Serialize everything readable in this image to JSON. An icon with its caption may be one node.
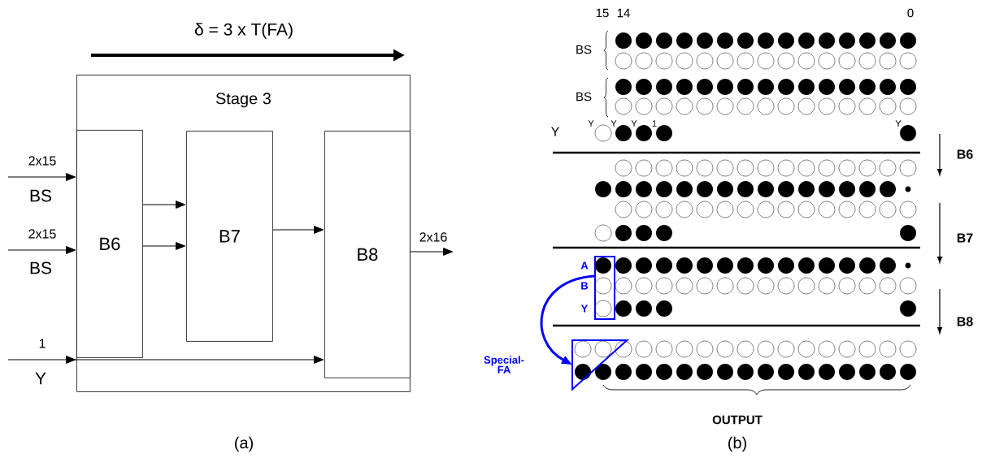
{
  "diagram": {
    "nodes": [
      {
        "text": [
          "Stage 3"
        ]
      },
      {
        "text": [
          "B6"
        ],
        "in": 0
      },
      {
        "text": [
          "B7"
        ],
        "in": 0
      },
      {
        "text": [
          "B8"
        ],
        "in": 0
      },
      {
        "text": [],
        "shape": "box"
      },
      {
        "text": [],
        "shape": "triangle"
      }
    ],
    "edges": [
      {
        "from": null,
        "to": 1,
        "arrow": "to",
        "label": "2x15"
      },
      {
        "from": null,
        "to": 1,
        "arrow": "to",
        "label": "2x15"
      },
      {
        "from": 1,
        "to": 2,
        "arrow": "to"
      },
      {
        "from": 1,
        "to": 2,
        "arrow": "to"
      },
      {
        "from": 2,
        "to": 3,
        "arrow": "to"
      },
      {
        "from": null,
        "to": 3,
        "arrow": "to",
        "label": "1"
      },
      {
        "from": 3,
        "to": null,
        "arrow": "to",
        "label": "2x16"
      },
      {
        "from": 4,
        "to": 5,
        "arrow": "to",
        "style": "thick",
        "color": "#0000ff"
      }
    ],
    "labels": [
      "δ = 3 x T(FA)",
      "BS",
      "BS",
      "Y",
      "(a)",
      "15",
      "14",
      "0",
      "BS",
      "BS",
      "Y",
      "Y",
      "Y",
      "Y",
      "1",
      "Y",
      "B6",
      "B7",
      "A",
      "B",
      "Y",
      "B8",
      "Special-FA",
      "OUTPUT",
      "(b)"
    ]
  }
}
